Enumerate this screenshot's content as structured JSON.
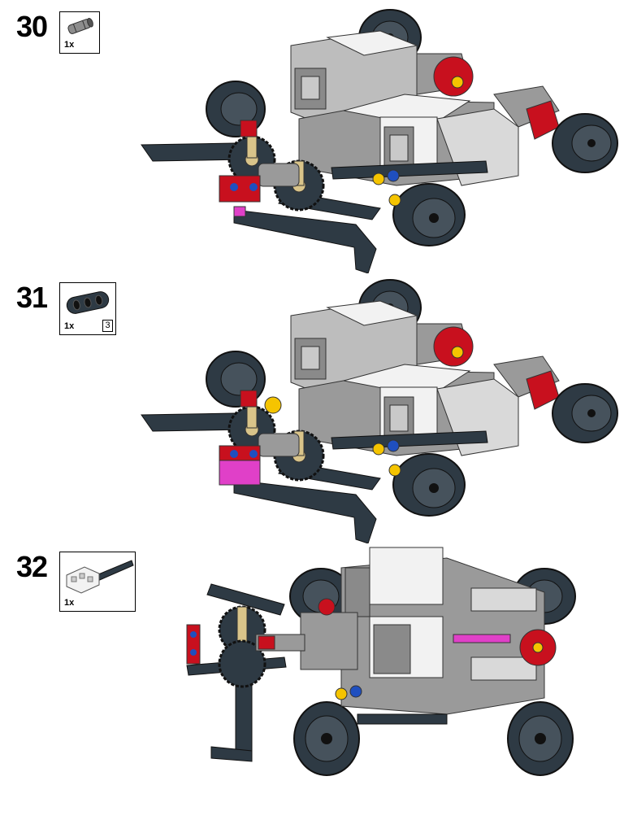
{
  "steps": [
    {
      "number": "30",
      "part": {
        "quantity": "1x",
        "icon": "axle-connector-icon"
      }
    },
    {
      "number": "31",
      "part": {
        "quantity": "1x",
        "length": "3",
        "icon": "liftarm-3-icon"
      }
    },
    {
      "number": "32",
      "part": {
        "quantity": "1x",
        "icon": "cable-plug-icon"
      }
    }
  ],
  "colors": {
    "dark_bluish_gray": "#2e3a44",
    "light_gray": "#9a9a9a",
    "white": "#f2f2f2",
    "red": "#c8101e",
    "tan": "#d9c48a",
    "magenta": "#e040c8",
    "yellow": "#f5c400",
    "blue": "#1f4fbf"
  }
}
